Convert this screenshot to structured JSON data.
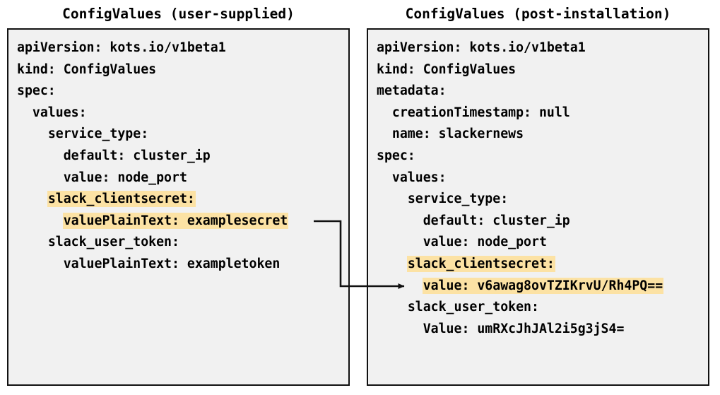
{
  "diagram": {
    "background_color": "#ffffff",
    "panel_fill": "#f1f1f1",
    "panel_border_color": "#111111",
    "highlight_color": "#fce2a4",
    "text_color": "#000000",
    "arrow_color": "#111111"
  },
  "left_panel": {
    "title": "ConfigValues (user-supplied)",
    "lines": [
      {
        "indent": 0,
        "text": "apiVersion: kots.io/v1beta1",
        "highlight": false
      },
      {
        "indent": 0,
        "text": "kind: ConfigValues",
        "highlight": false
      },
      {
        "indent": 0,
        "text": "spec:",
        "highlight": false
      },
      {
        "indent": 1,
        "text": "values:",
        "highlight": false
      },
      {
        "indent": 2,
        "text": "service_type:",
        "highlight": false
      },
      {
        "indent": 3,
        "text": "default: cluster_ip",
        "highlight": false
      },
      {
        "indent": 3,
        "text": "value: node_port",
        "highlight": false
      },
      {
        "indent": 2,
        "text": "slack_clientsecret:",
        "highlight": true
      },
      {
        "indent": 3,
        "text": "valuePlainText: examplesecret",
        "highlight": true
      },
      {
        "indent": 2,
        "text": "slack_user_token:",
        "highlight": false
      },
      {
        "indent": 3,
        "text": "valuePlainText: exampletoken",
        "highlight": false
      }
    ]
  },
  "right_panel": {
    "title": "ConfigValues (post-installation)",
    "lines": [
      {
        "indent": 0,
        "text": "apiVersion: kots.io/v1beta1",
        "highlight": false
      },
      {
        "indent": 0,
        "text": "kind: ConfigValues",
        "highlight": false
      },
      {
        "indent": 0,
        "text": "metadata:",
        "highlight": false
      },
      {
        "indent": 1,
        "text": "creationTimestamp: null",
        "highlight": false
      },
      {
        "indent": 1,
        "text": "name: slackernews",
        "highlight": false
      },
      {
        "indent": 0,
        "text": "spec:",
        "highlight": false
      },
      {
        "indent": 1,
        "text": "values:",
        "highlight": false
      },
      {
        "indent": 2,
        "text": "service_type:",
        "highlight": false
      },
      {
        "indent": 3,
        "text": "default: cluster_ip",
        "highlight": false
      },
      {
        "indent": 3,
        "text": "value: node_port",
        "highlight": false
      },
      {
        "indent": 2,
        "text": "slack_clientsecret:",
        "highlight": true
      },
      {
        "indent": 3,
        "text": "value: v6awag8ovTZIKrvU/Rh4PQ==",
        "highlight": true
      },
      {
        "indent": 2,
        "text": "slack_user_token:",
        "highlight": false
      },
      {
        "indent": 3,
        "text": "Value: umRXcJhJAl2i5g3jS4=",
        "highlight": false
      }
    ]
  },
  "connector": {
    "label": "",
    "from_line": "valuePlainText: examplesecret",
    "to_line": "value: v6awag8ovTZIKrvU/Rh4PQ=="
  }
}
